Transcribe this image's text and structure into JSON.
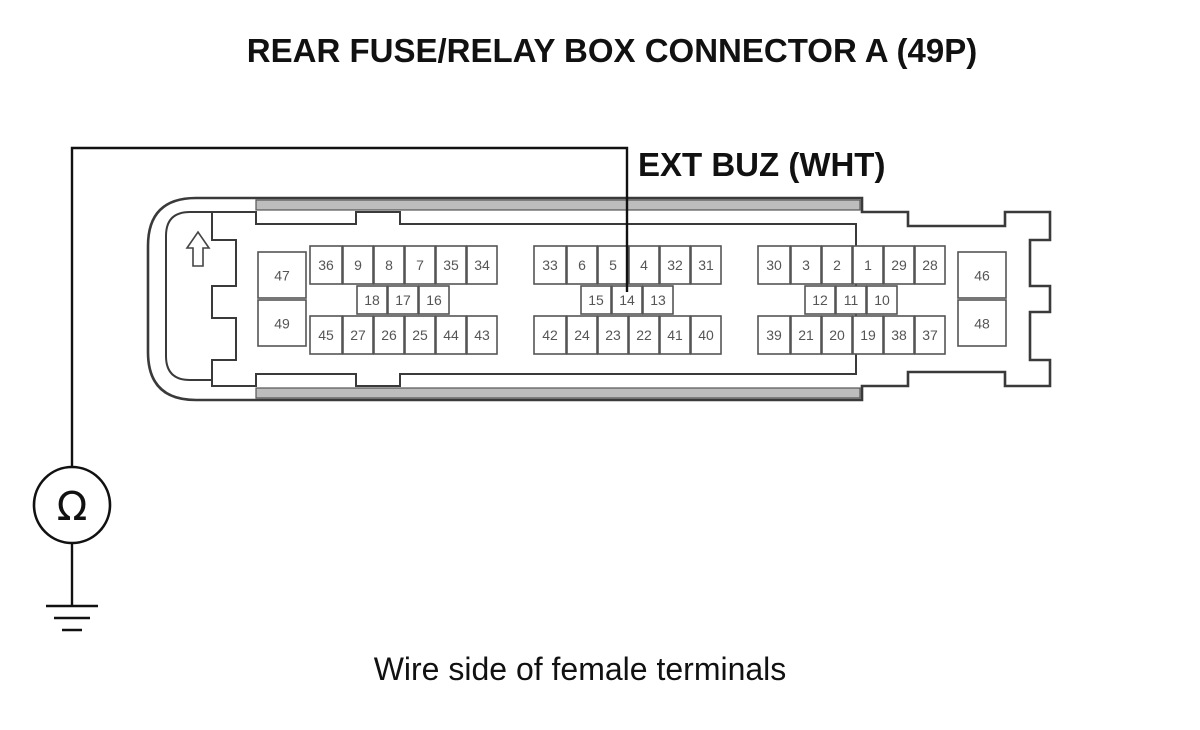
{
  "title": "REAR FUSE/RELAY BOX CONNECTOR A (49P)",
  "wire_label": "EXT BUZ (WHT)",
  "caption": "Wire side of female terminals",
  "meter_symbol": "Ω",
  "meter_icon": "ohmmeter-icon",
  "ground_icon": "ground-icon",
  "key_icon": "locking-tab-arrow-icon",
  "probed_terminal": "14",
  "pins": {
    "large_left": [
      "47",
      "49"
    ],
    "group1_top": [
      "36",
      "9",
      "8",
      "7",
      "35",
      "34"
    ],
    "group1_mid": [
      "18",
      "17",
      "16"
    ],
    "group1_bottom": [
      "45",
      "27",
      "26",
      "25",
      "44",
      "43"
    ],
    "group2_top": [
      "33",
      "6",
      "5",
      "4",
      "32",
      "31"
    ],
    "group2_mid": [
      "15",
      "14",
      "13"
    ],
    "group2_bottom": [
      "42",
      "24",
      "23",
      "22",
      "41",
      "40"
    ],
    "group3_top": [
      "30",
      "3",
      "2",
      "1",
      "29",
      "28"
    ],
    "group3_mid": [
      "12",
      "11",
      "10"
    ],
    "group3_bottom": [
      "39",
      "21",
      "20",
      "19",
      "38",
      "37"
    ],
    "large_right": [
      "46",
      "48"
    ]
  }
}
